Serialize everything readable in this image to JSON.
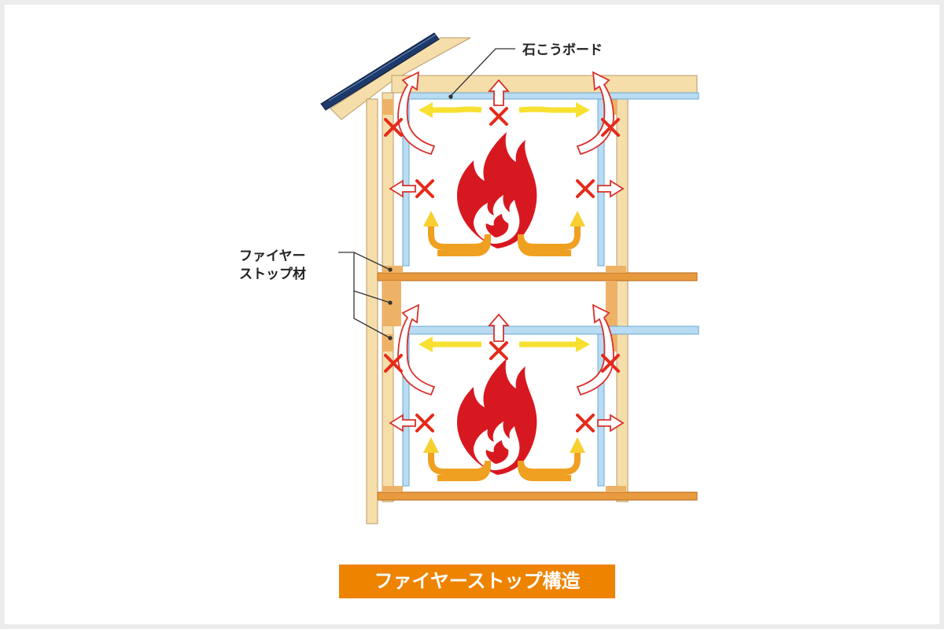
{
  "labels": {
    "gypsum_board": "石こうボード",
    "fire_stop_line1": "ファイヤー",
    "fire_stop_line2": "ストップ材"
  },
  "title": "ファイヤーストップ構造",
  "colors": {
    "title_bg": "#ee8300",
    "wood": "#f6deaa",
    "beam": "#e89a3e",
    "fire_stop": "#eeb266",
    "gypsum_board": "#b9dcf3",
    "flame": "#d81820",
    "heat_arrow": "#f0c020",
    "blocked_mark": "#e62a1a"
  },
  "icons": [
    "flame-icon",
    "heat-flow-arrow",
    "blocked-x-icon"
  ]
}
